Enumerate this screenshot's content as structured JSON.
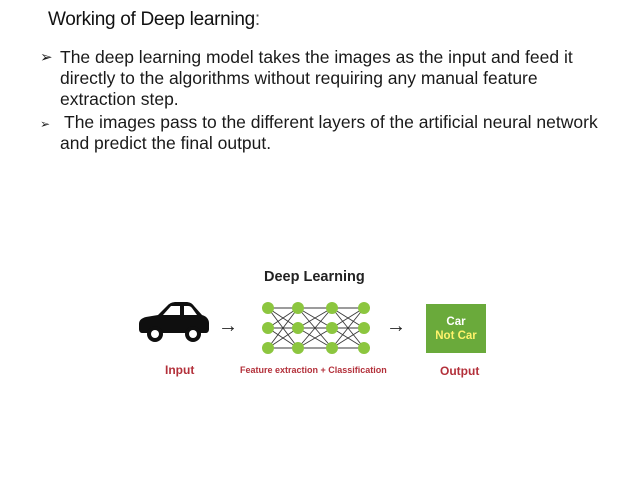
{
  "slide": {
    "title": "Working of Deep learning",
    "title_suffix": ":",
    "bullets": [
      {
        "marker": "➢",
        "text": "The deep learning model takes the images as the input and feed it directly to the algorithms without requiring any manual feature extraction step."
      },
      {
        "marker": "➢",
        "text": "The images pass to the different layers of the artificial neural network and predict the final output."
      }
    ]
  },
  "diagram": {
    "heading": "Deep Learning",
    "arrow_glyph": "→",
    "output_label_top": "Car",
    "output_label_bottom": "Not Car",
    "captions": {
      "input": "Input",
      "middle": "Feature extraction + Classification",
      "output": "Output"
    },
    "colors": {
      "node_green": "#8cc63f",
      "output_box": "#6aaa3b",
      "caption_red": "#b3303a",
      "not_car_yellow": "#fff36b"
    },
    "icons": [
      "car-icon",
      "neural-network-icon"
    ]
  }
}
